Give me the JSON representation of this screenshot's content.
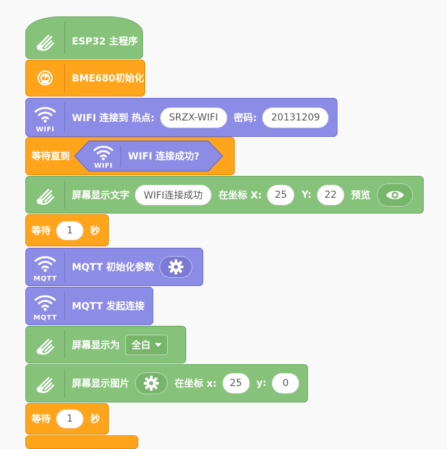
{
  "colors": {
    "green": "#86c27a",
    "orange": "#ffa41b",
    "purple": "#8c8ce6"
  },
  "blocks": {
    "main": {
      "label": "ESP32 主程序",
      "icon": "hand-pointer-icon"
    },
    "bme": {
      "label": "BME680初始化",
      "icon": "sensor-gauge-icon"
    },
    "wifi_connect": {
      "icon": "wifi-icon",
      "icon_text": "WIFI",
      "label1": "WIFI 连接到 热点:",
      "ssid": "SRZX-WIFI",
      "label2": "密码:",
      "password": "20131209"
    },
    "wait_until": {
      "label": "等待直到",
      "cond_icon_text": "WIFI",
      "cond_label": "WIFI 连接成功?"
    },
    "show_text": {
      "icon": "hand-pointer-icon",
      "label1": "屏幕显示文字",
      "text": "WIFI连接成功",
      "label2": "在坐标 X:",
      "x": "25",
      "label3": "Y:",
      "y": "22",
      "label4": "预览",
      "preview_icon": "eye-icon"
    },
    "wait1": {
      "label1": "等待",
      "value": "1",
      "label2": "秒"
    },
    "mqtt_init": {
      "icon": "wifi-icon",
      "icon_text": "MQTT",
      "label": "MQTT 初始化参数",
      "gear_icon": "gear-icon"
    },
    "mqtt_connect": {
      "icon": "wifi-icon",
      "icon_text": "MQTT",
      "label": "MQTT 发起连接"
    },
    "screen_fill": {
      "icon": "hand-pointer-icon",
      "label": "屏幕显示为",
      "option": "全白"
    },
    "show_image": {
      "icon": "hand-pointer-icon",
      "label1": "屏幕显示图片",
      "gear_icon": "gear-icon",
      "label2": "在坐标 x:",
      "x": "25",
      "label3": "y:",
      "y": "0"
    },
    "wait2": {
      "label1": "等待",
      "value": "1",
      "label2": "秒"
    }
  }
}
